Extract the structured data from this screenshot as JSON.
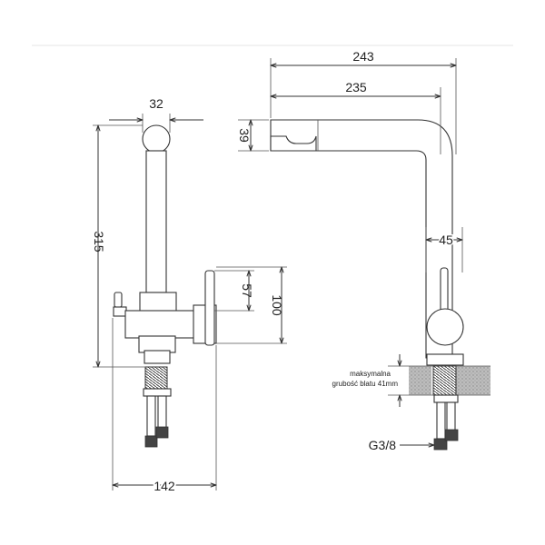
{
  "front_view": {
    "top_width": "32",
    "height": "315",
    "handle_height": "57",
    "body_height": "100",
    "base_width": "142"
  },
  "side_view": {
    "reach_total": "243",
    "reach_spout": "235",
    "spout_height": "39",
    "body_diameter": "45",
    "countertop_note_line1": "maksymalna",
    "countertop_note_line2": "grubość blatu 41mm",
    "connection_thread": "G3/8"
  }
}
